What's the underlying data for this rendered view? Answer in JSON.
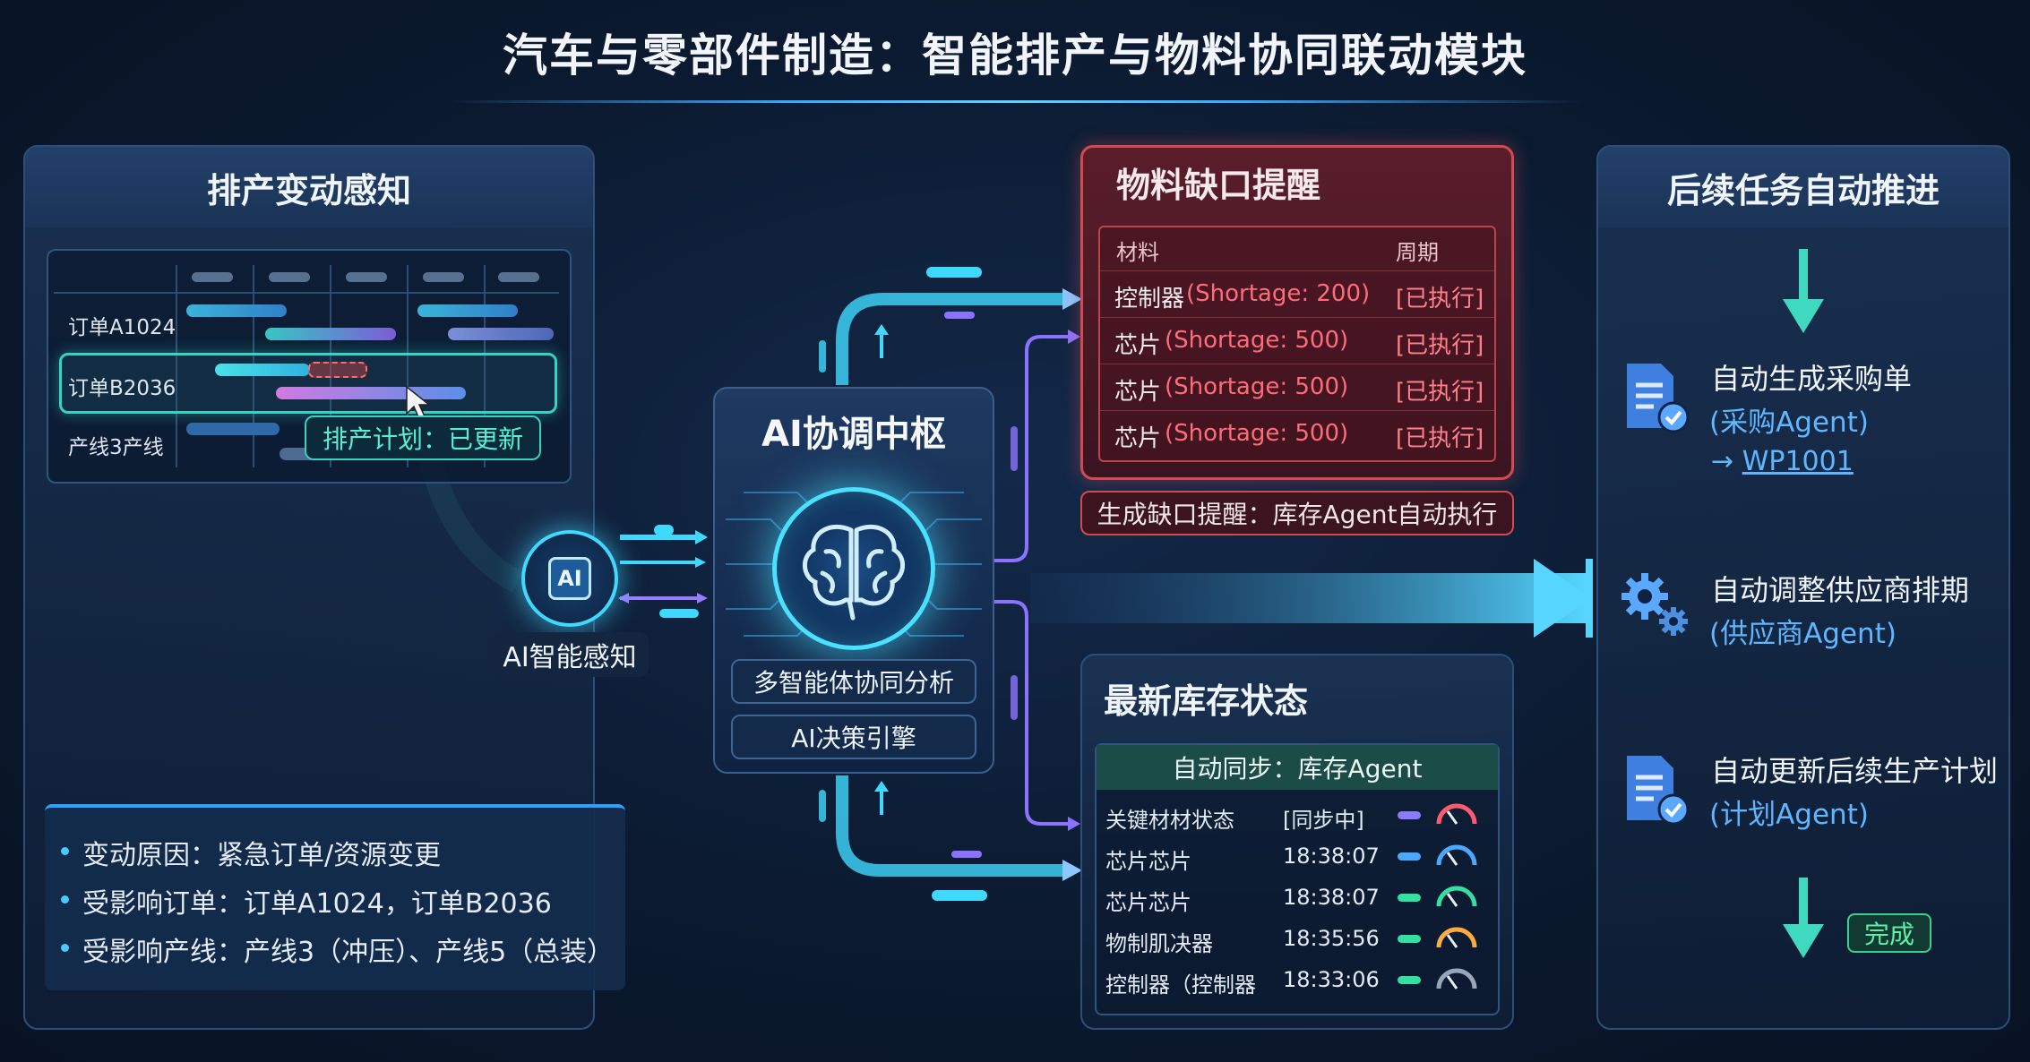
{
  "title": "汽车与零部件制造：智能排产与物料协同联动模块",
  "colors": {
    "accent": "#3aa7ff",
    "teal": "#34d3c2",
    "alert": "#d14a4f",
    "shortage_text": "#ff6b78",
    "link": "#5fb6ff",
    "done": "#5cf0a8"
  },
  "left_panel": {
    "title": "排产变动感知",
    "rows": [
      "订单A1024",
      "订单B2036",
      "产线3产线"
    ],
    "updated_badge": "排产计划：已更新",
    "reasons": [
      "变动原因：紧急订单/资源变更",
      "受影响订单：订单A1024，订单B2036",
      "受影响产线：产线3（冲压）、产线5（总装）"
    ]
  },
  "ai_sense": {
    "chip": "AI",
    "label": "AI智能感知"
  },
  "hub": {
    "title": "AI协调中枢",
    "buttons": [
      "多智能体协同分析",
      "AI决策引擎"
    ],
    "icon": "brain-icon"
  },
  "shortage": {
    "title": "物料缺口提醒",
    "headers": {
      "material": "材料",
      "cycle": "周期"
    },
    "rows": [
      {
        "name": "控制器",
        "shortage": "(Shortage: 200)",
        "status": "[已执行]"
      },
      {
        "name": "芯片",
        "shortage": "(Shortage: 500)",
        "status": "[已执行]"
      },
      {
        "name": "芯片",
        "shortage": "(Shortage: 500)",
        "status": "[已执行]"
      },
      {
        "name": "芯片",
        "shortage": "(Shortage: 500)",
        "status": "[已执行]"
      }
    ],
    "note": "生成缺口提醒：库存Agent自动执行"
  },
  "inventory": {
    "title": "最新库存状态",
    "sync": "自动同步：库存Agent",
    "rows": [
      {
        "name": "关键材材状态",
        "time": "[同步中]",
        "gauge_color": "#ff5a6e",
        "bar_color": "#8a7bff"
      },
      {
        "name": "芯片芯片",
        "time": "18:38:07",
        "gauge_color": "#4aa8ff",
        "bar_color": "#4aa8ff"
      },
      {
        "name": "芯片芯片",
        "time": "18:38:07",
        "gauge_color": "#34e0a0",
        "bar_color": "#34e0a0"
      },
      {
        "name": "物制肌决器",
        "time": "18:35:56",
        "gauge_color": "#ffab3d",
        "bar_color": "#34e0a0"
      },
      {
        "name": "控制器（控制器",
        "time": "18:33:06",
        "gauge_color": "#9aa6b8",
        "bar_color": "#34e0a0"
      }
    ]
  },
  "right_panel": {
    "title": "后续任务自动推进",
    "steps": [
      {
        "label": "自动生成采购单",
        "sub": "(采购Agent)",
        "link_arrow": "→",
        "link": "WP1001",
        "icon": "document-check-icon"
      },
      {
        "label": "自动调整供应商排期",
        "sub": "(供应商Agent)",
        "icon": "gears-icon"
      },
      {
        "label": "自动更新后续生产计划",
        "sub": "(计划Agent)",
        "icon": "document-check-icon"
      }
    ],
    "done": "完成"
  }
}
